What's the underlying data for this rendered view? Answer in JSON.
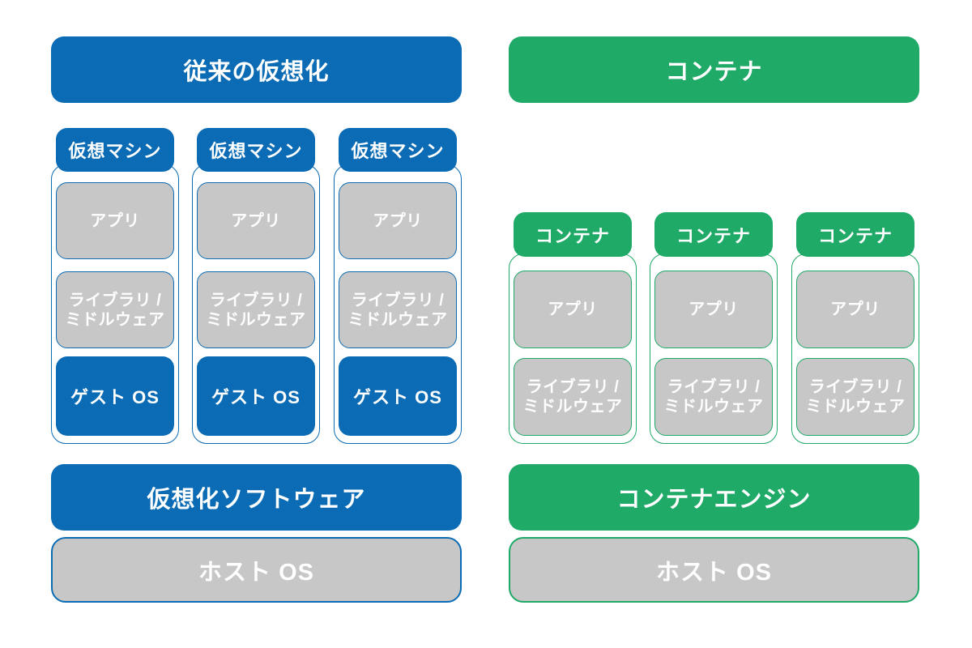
{
  "theme": {
    "blue": "#0b6cb5",
    "green": "#1faa68",
    "gray": "#c7c7c7",
    "text-light": "#ffffff",
    "bg": "#ffffff"
  },
  "left": {
    "title": "従来の仮想化",
    "layer": "仮想化ソフトウェア",
    "host_os": "ホスト OS",
    "stacks": [
      {
        "header": "仮想マシン",
        "app": "アプリ",
        "lib1": "ライブラリ /",
        "lib2": "ミドルウェア",
        "os": "ゲスト OS"
      },
      {
        "header": "仮想マシン",
        "app": "アプリ",
        "lib1": "ライブラリ /",
        "lib2": "ミドルウェア",
        "os": "ゲスト OS"
      },
      {
        "header": "仮想マシン",
        "app": "アプリ",
        "lib1": "ライブラリ /",
        "lib2": "ミドルウェア",
        "os": "ゲスト OS"
      }
    ]
  },
  "right": {
    "title": "コンテナ",
    "layer": "コンテナエンジン",
    "host_os": "ホスト OS",
    "stacks": [
      {
        "header": "コンテナ",
        "app": "アプリ",
        "lib1": "ライブラリ /",
        "lib2": "ミドルウェア"
      },
      {
        "header": "コンテナ",
        "app": "アプリ",
        "lib1": "ライブラリ /",
        "lib2": "ミドルウェア"
      },
      {
        "header": "コンテナ",
        "app": "アプリ",
        "lib1": "ライブラリ /",
        "lib2": "ミドルウェア"
      }
    ]
  }
}
